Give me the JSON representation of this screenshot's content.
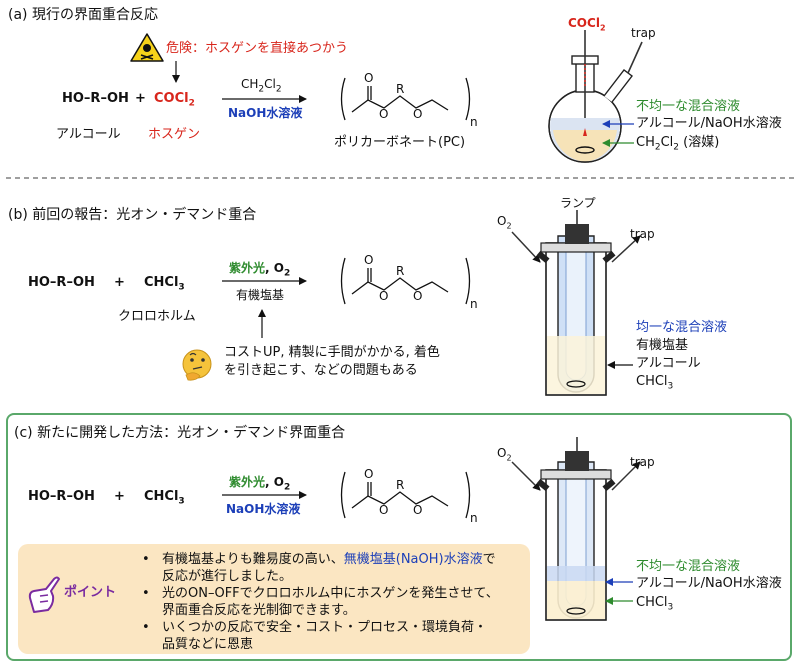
{
  "colors": {
    "red": "#d8261c",
    "blue": "#1c3fb8",
    "green": "#2e8b2e",
    "frame": "#5aa86a",
    "point_bg": "#fbe6c2"
  },
  "section_a": {
    "title": "(a) 現行の界面重合反応",
    "warning": "危険：ホスゲンを直接あつかう",
    "reactant1": "HO–R–OH",
    "plus": "+",
    "reactant2": "COCl",
    "reactant2_sub": "2",
    "cond_top": "CH",
    "cond_top_sub1": "2",
    "cond_top_mid": "Cl",
    "cond_top_sub2": "2",
    "cond_bottom": "NaOH水溶液",
    "label_alcohol": "アルコール",
    "label_phosgene": "ホスゲン",
    "product_label": "ポリカーボネート(PC)",
    "flask_gas": "COCl",
    "flask_gas_sub": "2",
    "trap": "trap",
    "ann_uneven": "不均一な混合溶液",
    "ann_alcohol": "アルコール/NaOH水溶液",
    "ann_solvent": "CH",
    "ann_solvent_sub1": "2",
    "ann_solvent_mid": "Cl",
    "ann_solvent_sub2": "2",
    "ann_solvent_tail": " (溶媒)"
  },
  "section_b": {
    "title": "(b) 前回の報告：光オン・デマンド重合",
    "reactant1": "HO–R–OH",
    "plus": "+",
    "reactant2": "CHCl",
    "reactant2_sub": "3",
    "cond_top_green": "紫外光",
    "cond_top_rest": ", O",
    "cond_top_sub": "2",
    "cond_bottom": "有機塩基",
    "label_chloroform": "クロロホルム",
    "issue_line1": "コストUP, 精製に手間がかかる, 着色",
    "issue_line2": "を引き起こす、などの問題もある",
    "lamp": "ランプ",
    "o2": "O",
    "o2_sub": "2",
    "trap": "trap",
    "ann_uniform": "均一な混合溶液",
    "ann_base": "有機塩基",
    "ann_alcohol": "アルコール",
    "ann_chcl3": "CHCl",
    "ann_chcl3_sub": "3"
  },
  "section_c": {
    "title": "(c) 新たに開発した方法：光オン・デマンド界面重合",
    "reactant1": "HO–R–OH",
    "plus": "+",
    "reactant2": "CHCl",
    "reactant2_sub": "3",
    "cond_top_green": "紫外光",
    "cond_top_rest": ", O",
    "cond_top_sub": "2",
    "cond_bottom": "NaOH水溶液",
    "o2": "O",
    "o2_sub": "2",
    "trap": "trap",
    "ann_uneven": "不均一な混合溶液",
    "ann_alcohol": "アルコール/NaOH水溶液",
    "ann_chcl3": "CHCl",
    "ann_chcl3_sub": "3",
    "point_label": "ポイント",
    "bullet1_a": "有機塩基よりも難易度の高い、",
    "bullet1_b": "無機塩基(NaOH)水溶液",
    "bullet1_c": "で",
    "bullet1_d": "反応が進行しました。",
    "bullet2_a": "光のON–OFFでクロロホルム中にホスゲンを発生させて、",
    "bullet2_b": "界面重合反応を光制御できます。",
    "bullet3_a": "いくつかの反応で安全・コスト・プロセス・環境負荷・",
    "bullet3_b": "品質などに恩恵",
    "bullet_mark": "•"
  },
  "polymer": {
    "o": "O",
    "r": "R",
    "n": "n"
  },
  "icons": [
    "skull-warning-icon",
    "thinking-face-icon",
    "pointing-hand-icon",
    "flask-icon",
    "photoreactor-icon"
  ]
}
